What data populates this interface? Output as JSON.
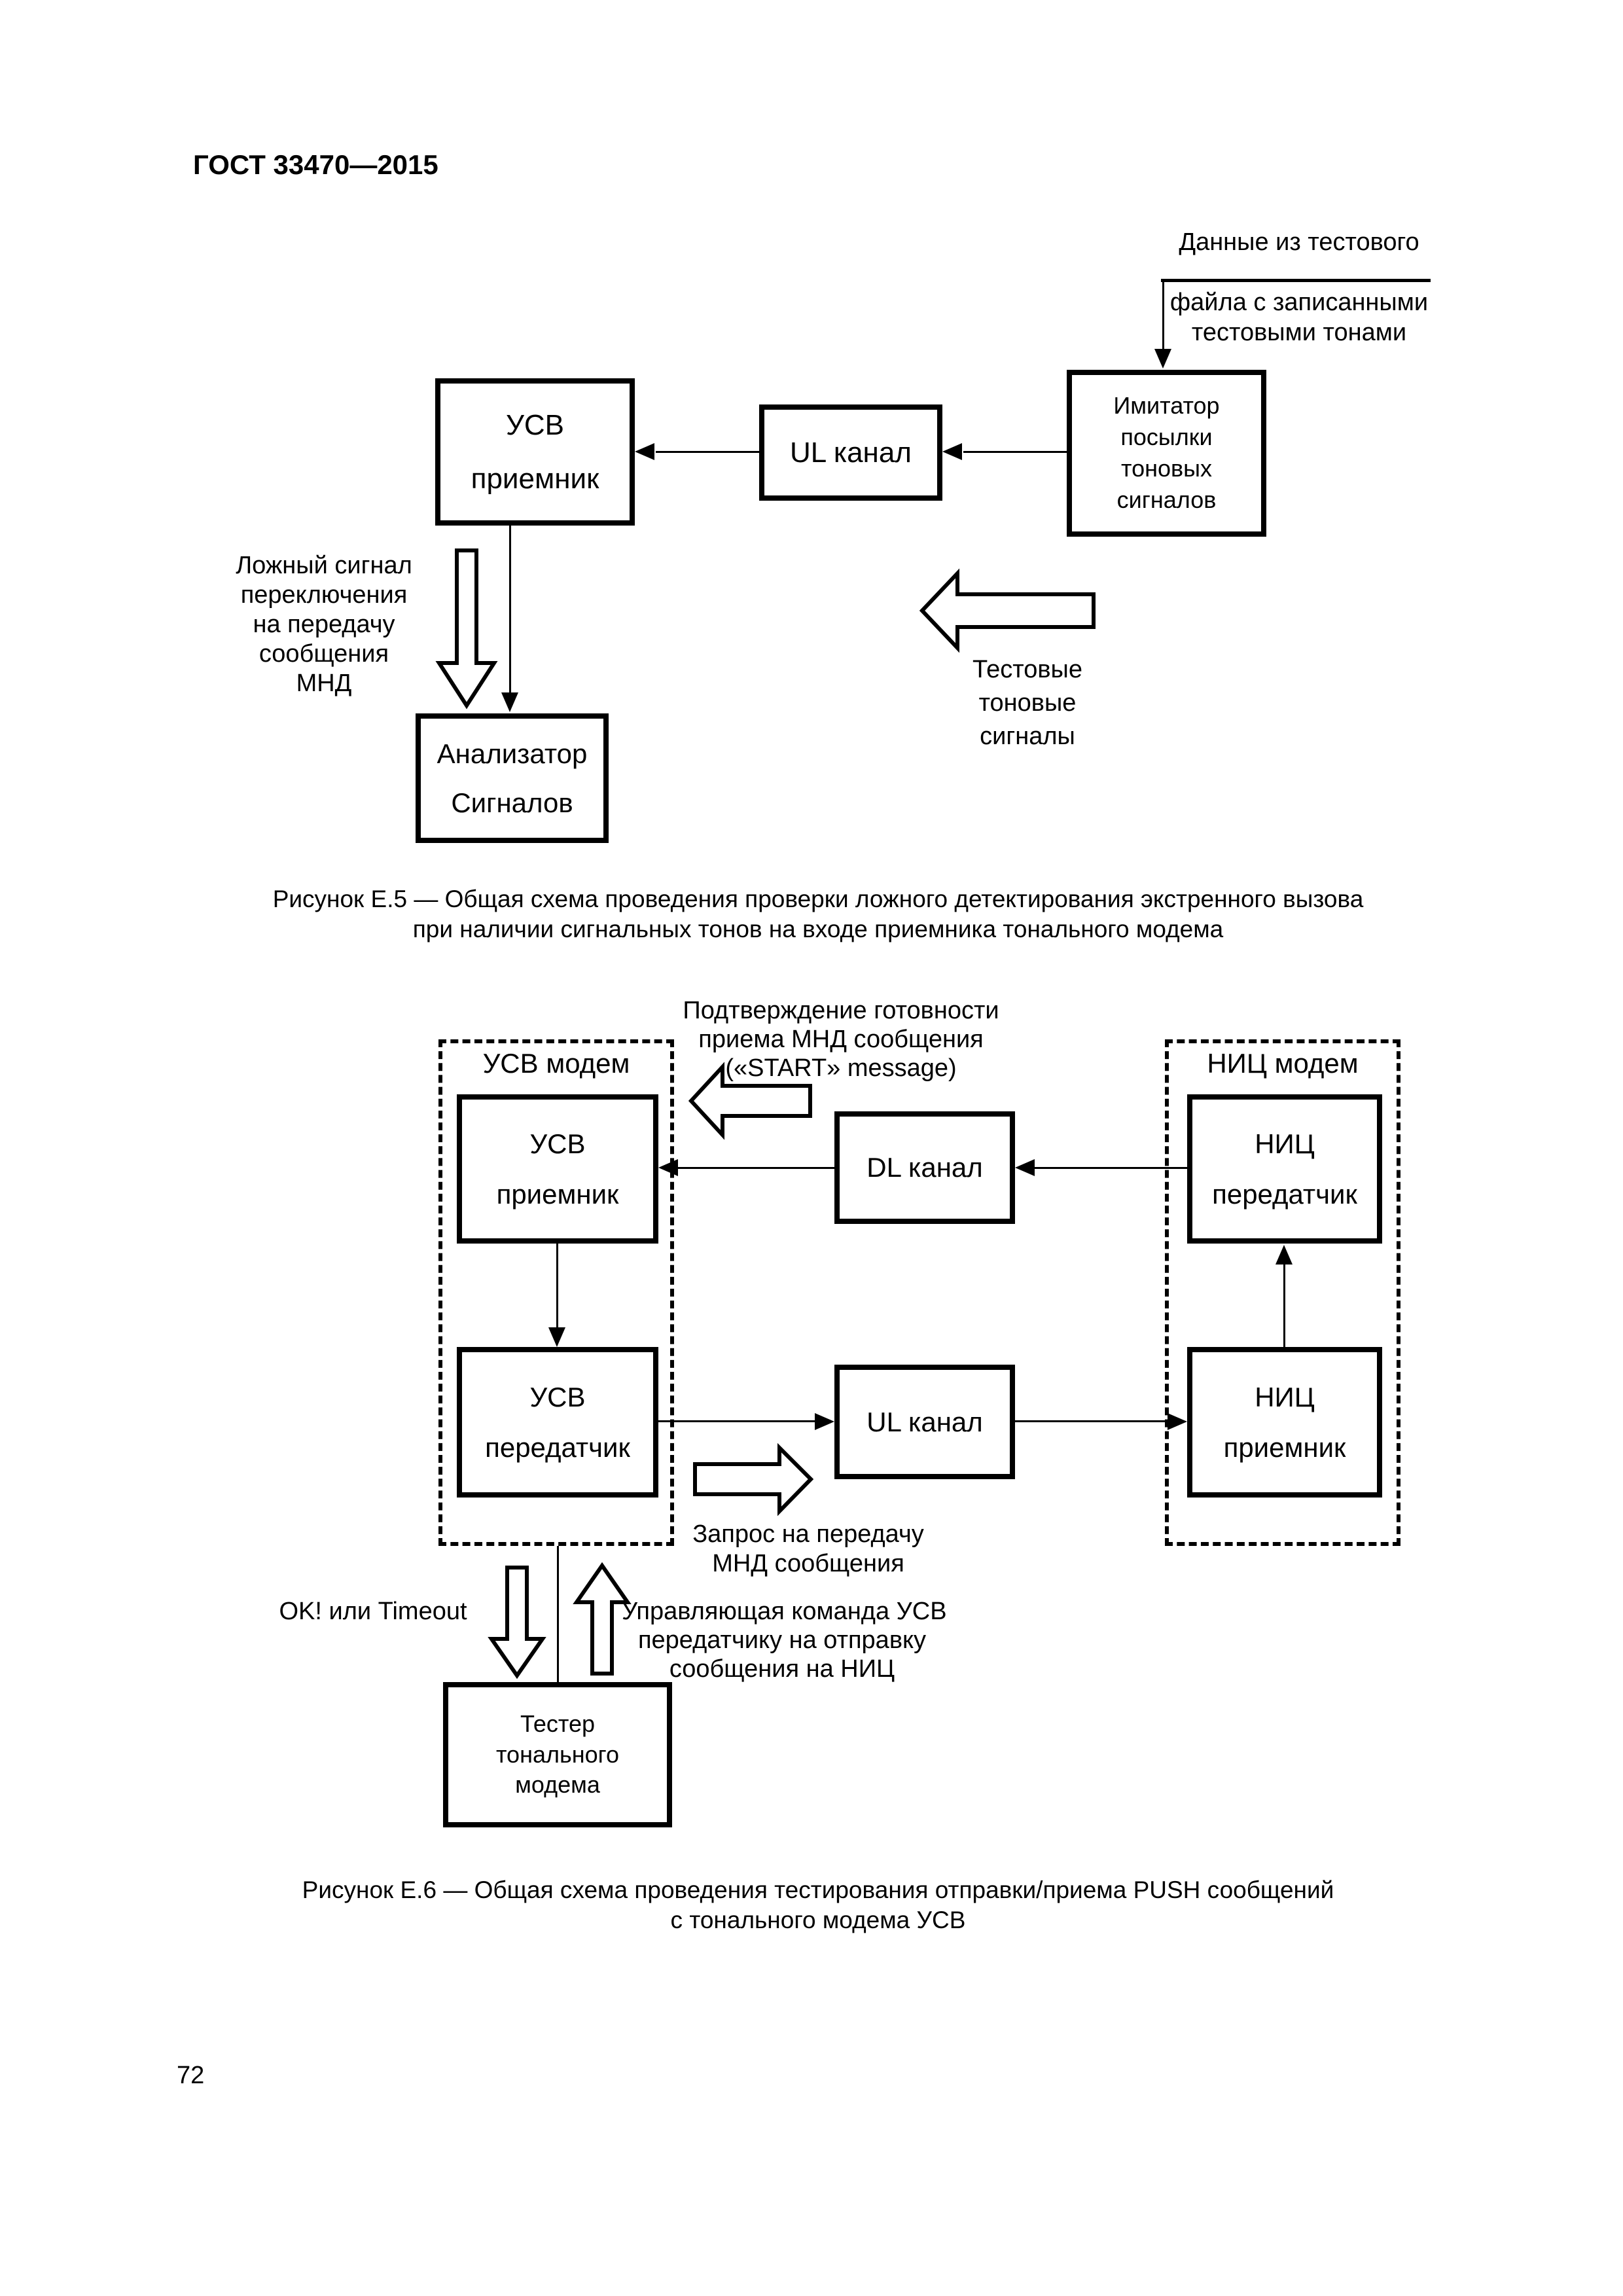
{
  "page": {
    "header": "ГОСТ 33470—2015",
    "page_number": "72"
  },
  "colors": {
    "ink": "#000000",
    "paper": "#ffffff"
  },
  "figure_e5": {
    "caption_line1": "Рисунок Е.5 — Общая схема проведения проверки ложного детектирования экстренного вызова",
    "caption_line2": "при наличии сигнальных тонов на входе приемника тонального модема",
    "boxes": {
      "usv_receiver": {
        "lines": [
          "УСВ",
          "приемник"
        ]
      },
      "ul_channel": {
        "lines": [
          "UL канал"
        ]
      },
      "tone_simulator": {
        "lines": [
          "Имитатор",
          "посылки",
          "тоновых",
          "сигналов"
        ]
      },
      "signal_analyzer": {
        "lines": [
          "Анализатор",
          "Сигналов"
        ]
      }
    },
    "labels": {
      "test_file_data": {
        "lines": [
          "Данные из тестового",
          "файла с записанными",
          "тестовыми тонами"
        ]
      },
      "false_signal": {
        "lines": [
          "Ложный сигнал",
          "переключения",
          "на передачу",
          "сообщения",
          "МНД"
        ]
      },
      "test_tones": {
        "lines": [
          "Тестовые",
          "тоновые",
          "сигналы"
        ]
      }
    }
  },
  "figure_e6": {
    "caption_line1": "Рисунок Е.6 — Общая схема проведения тестирования отправки/приема PUSH сообщений",
    "caption_line2": "с тонального модема УСВ",
    "containers": {
      "usv_modem": "УСВ модем",
      "nic_modem": "НИЦ модем"
    },
    "boxes": {
      "usv_receiver": {
        "lines": [
          "УСВ",
          "приемник"
        ]
      },
      "usv_transmitter": {
        "lines": [
          "УСВ",
          "передатчик"
        ]
      },
      "dl_channel": {
        "lines": [
          "DL канал"
        ]
      },
      "ul_channel": {
        "lines": [
          "UL канал"
        ]
      },
      "nic_transmitter": {
        "lines": [
          "НИЦ",
          "передатчик"
        ]
      },
      "nic_receiver": {
        "lines": [
          "НИЦ",
          "приемник"
        ]
      },
      "tester": {
        "lines": [
          "Тестер",
          "тонального",
          "модема"
        ]
      }
    },
    "labels": {
      "start_ack": {
        "lines": [
          "Подтверждение готовности",
          "приема МНД сообщения",
          "(«START» message)"
        ]
      },
      "mnd_request": {
        "lines": [
          "Запрос на передачу",
          "МНД сообщения"
        ]
      },
      "ok_timeout": "OK! или Timeout",
      "control_cmd": {
        "lines": [
          "Управляющая команда УСВ",
          "передатчику на отправку",
          "сообщения на НИЦ"
        ]
      }
    }
  }
}
